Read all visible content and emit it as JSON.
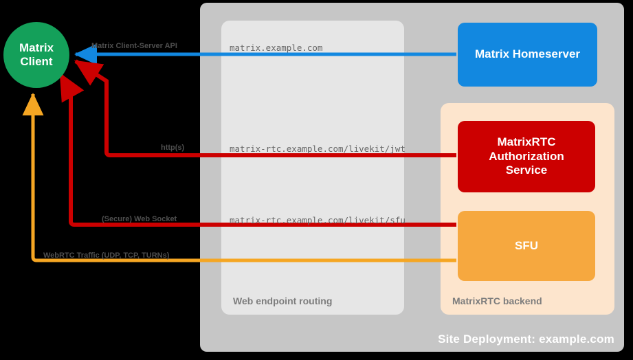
{
  "diagram": {
    "title": "Site Deployment: example.com",
    "colors": {
      "background": "#000000",
      "site_container": "#c6c6c6",
      "routing_panel": "#e6e6e6",
      "backend_panel": "#fde5cd",
      "client": "#14a05a",
      "homeserver": "#1288e0",
      "authorization_service": "#cc0000",
      "sfu": "#f6a83f",
      "blue_arrow": "#1288e0",
      "red_arrow": "#cc0000",
      "orange_arrow": "#f5a623",
      "label_text": "#4f4f4f",
      "endpoint_text": "#666666",
      "panel_title_text": "#7d7d7d"
    },
    "client": {
      "line1": "Matrix",
      "line2": "Client"
    },
    "panels": [
      {
        "id": "routing",
        "title": "Web endpoint routing"
      },
      {
        "id": "backend",
        "title": "MatrixRTC backend"
      }
    ],
    "nodes": [
      {
        "id": "homeserver",
        "label": "Matrix Homeserver"
      },
      {
        "id": "auth",
        "line1": "MatrixRTC",
        "line2": "Authorization",
        "line3": "Service"
      },
      {
        "id": "sfu",
        "label": "SFU"
      }
    ],
    "connections": [
      {
        "id": "cs-api",
        "protocol_label": "Matrix Client-Server API",
        "endpoint": "matrix.example.com",
        "color": "#1288e0",
        "direction": "homeserver-to-client"
      },
      {
        "id": "jwt",
        "protocol_label": "http(s)",
        "endpoint": "matrix-rtc.example.com/livekit/jwt",
        "color": "#cc0000",
        "direction": "auth-to-client"
      },
      {
        "id": "sfu-ws",
        "protocol_label": "(Secure) Web Socket",
        "endpoint": "matrix-rtc.example.com/livekit/sfu",
        "color": "#cc0000",
        "direction": "sfu-to-client"
      },
      {
        "id": "webrtc",
        "protocol_label": "WebRTC Traffic (UDP, TCP, TURNs)",
        "endpoint": "",
        "color": "#f5a623",
        "direction": "sfu-to-client"
      }
    ]
  }
}
